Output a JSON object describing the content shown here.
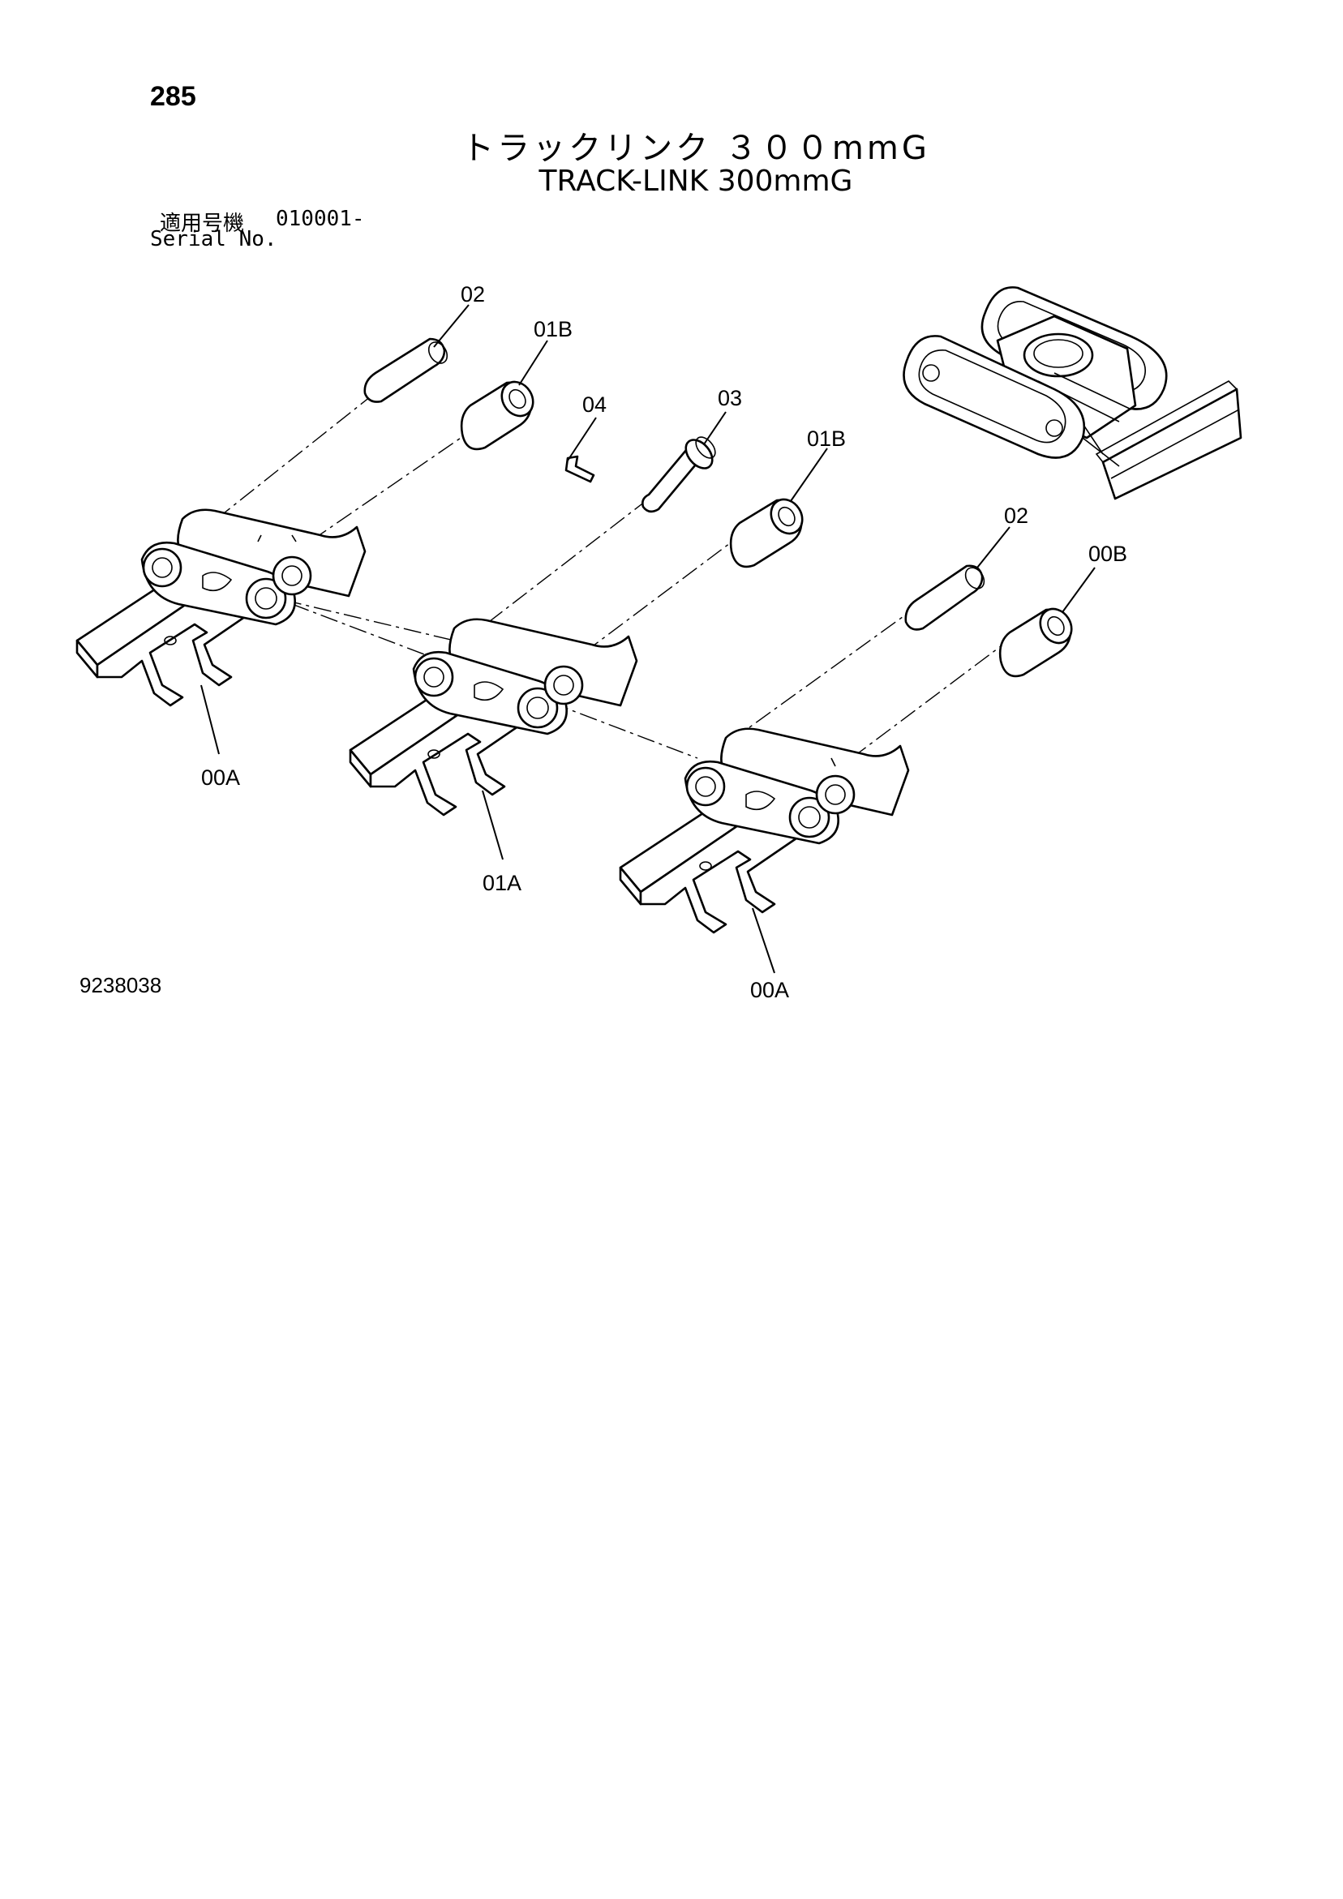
{
  "page": {
    "number": "285",
    "title_jp": "トラックリンク ３００mmG",
    "title_en": "TRACK-LINK 300mmG",
    "serial_label_jp": "適用号機",
    "serial_value": "010001-",
    "serial_label_en": "Serial No.",
    "figure_code": "9238038"
  },
  "callouts": {
    "c02_top": "02",
    "c01B_left": "01B",
    "c04": "04",
    "c03": "03",
    "c01B_right": "01B",
    "c02_right": "02",
    "c00B": "00B",
    "c00A_left": "00A",
    "c01A": "01A",
    "c00A_bottom": "00A"
  }
}
